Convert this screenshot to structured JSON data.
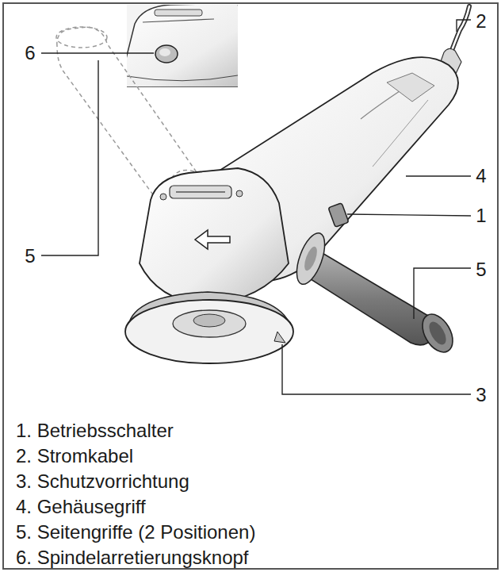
{
  "diagram": {
    "labels": [
      "2",
      "6",
      "4",
      "1",
      "5",
      "5",
      "3",
      "1. Betriebsschalter",
      "2. Stromkabel",
      "3. Schutzvorrichtung",
      "4. Gehäusegriff",
      "5. Seitengriffe (2 Positionen)",
      "6. Spindelarretierungsknopf"
    ]
  }
}
